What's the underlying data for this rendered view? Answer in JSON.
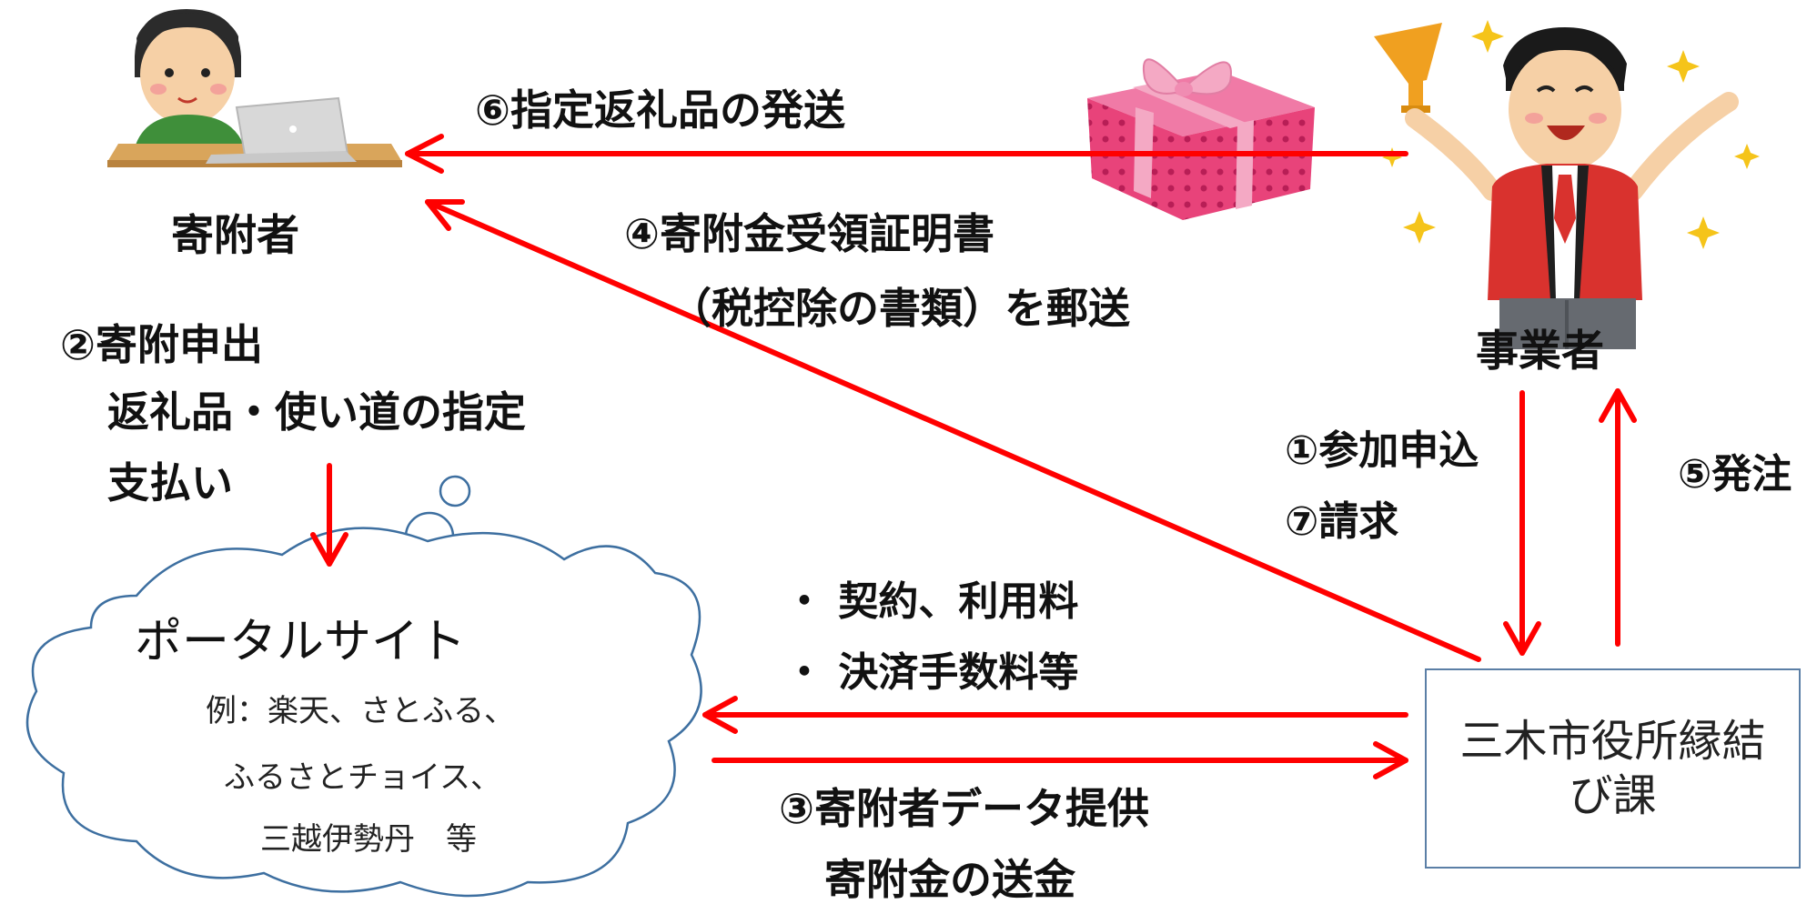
{
  "title": "",
  "actors": {
    "donor": "寄附者",
    "business": "事業者",
    "city_office": "三木市役所縁結び課"
  },
  "portal": {
    "name": "ポータルサイト",
    "example_line1": "例：楽天、さとふる、",
    "example_line2": "ふるさとチョイス、",
    "example_line3": "三越伊勢丹　等"
  },
  "steps": {
    "step1": "①参加申込",
    "step2_title": "②寄附申出",
    "step2_line2": "返礼品・使い道の指定",
    "step2_line3": "支払い",
    "step3_line1": "③寄附者データ提供",
    "step3_line2": "寄附金の送金",
    "step4_line1": "④寄附金受領証明書",
    "step4_line2": "（税控除の書類）を郵送",
    "step5": "⑤発注",
    "step6": "⑥指定返礼品の発送",
    "step7": "⑦請求"
  },
  "fees": {
    "item1": "・ 契約、利用料",
    "item2": "・ 決済手数料等"
  },
  "colors": {
    "arrow": "#ff0000",
    "cloud_border": "#3d6fa0",
    "box_border": "#5b7fa6",
    "gift": "#e8437a",
    "ribbon": "#f4a9c4",
    "jacket": "#d9322e",
    "sweater": "#3f8f3a"
  },
  "icons": [
    "donor-laptop-illustration",
    "gift-box-illustration",
    "business-owner-illustration",
    "thought-cloud"
  ]
}
